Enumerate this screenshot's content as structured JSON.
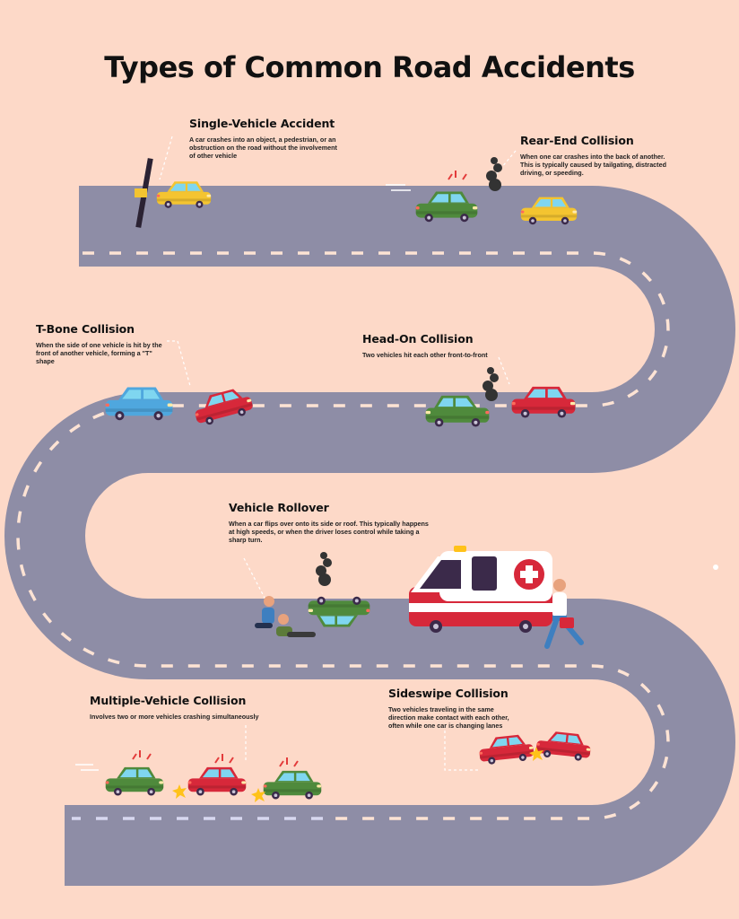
{
  "title": "Types of Common Road Accidents",
  "colors": {
    "background": "#FDD9C8",
    "road": "#8E8DA6",
    "lane_dashes": "#FDE3D4",
    "title_text": "#111111"
  },
  "accidents": [
    {
      "title": "Single-Vehicle Accident",
      "description": "A car crashes into an object, a pedestrian, or an obstruction on the road without the involvement of other vehicle",
      "illustration": "yellow-car-hits-pole"
    },
    {
      "title": "Rear-End Collision",
      "description": "When one car crashes into the back of another. This is typically caused by tailgating, distracted driving, or speeding.",
      "illustration": "green-car-rear-ends-yellow-car"
    },
    {
      "title": "T-Bone Collision",
      "description": "When the side of one vehicle is hit by the front of another vehicle, forming a \"T\" shape",
      "illustration": "red-car-hits-side-of-blue-car"
    },
    {
      "title": "Head-On Collision",
      "description": "Two vehicles hit each other front-to-front",
      "illustration": "green-car-and-red-car-front-to-front"
    },
    {
      "title": "Vehicle Rollover",
      "description": "When a car flips over onto its side or roof. This typically happens at high speeds, or when the driver loses control while taking a sharp turn.",
      "illustration": "overturned-green-car-with-ambulance-and-rescuers"
    },
    {
      "title": "Multiple-Vehicle Collision",
      "description": "Involves two or more vehicles crashing simultaneously",
      "illustration": "three-car-pileup"
    },
    {
      "title": "Sideswipe Collision",
      "description": "Two vehicles traveling in the same direction make contact with each other, often while one car is changing lanes",
      "illustration": "two-red-cars-side-contact"
    }
  ]
}
